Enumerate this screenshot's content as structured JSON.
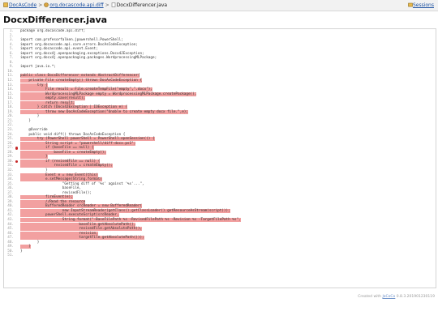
{
  "breadcrumbs": {
    "root": "DocAsCode",
    "sep": ">",
    "diff": "org.docascode.api.diff",
    "file": "DocxDifferencer.java"
  },
  "sessions_label": "Sessions",
  "page_title": "DocxDifferencer.java",
  "code_lines": [
    {
      "n": "1.",
      "t": "package org.docascode.api.diff;",
      "h": false,
      "m": false
    },
    {
      "n": "2.",
      "t": "",
      "h": false,
      "m": false
    },
    {
      "n": "3.",
      "t": "import com.profesorfalken.jpowershell.PowerShell;",
      "h": false,
      "m": false
    },
    {
      "n": "4.",
      "t": "import org.docascode.api.core.errors.DocAsCodeException;",
      "h": false,
      "m": false
    },
    {
      "n": "5.",
      "t": "import org.docascode.api.event.Event;",
      "h": false,
      "m": false
    },
    {
      "n": "6.",
      "t": "import org.docx4j.openpackaging.exceptions.Docx4JException;",
      "h": false,
      "m": false
    },
    {
      "n": "7.",
      "t": "import org.docx4j.openpackaging.packages.WordprocessingMLPackage;",
      "h": false,
      "m": false
    },
    {
      "n": "8.",
      "t": "",
      "h": false,
      "m": false
    },
    {
      "n": "9.",
      "t": "import java.io.*;",
      "h": false,
      "m": false
    },
    {
      "n": "10.",
      "t": "",
      "h": false,
      "m": false
    },
    {
      "n": "11.",
      "t": "public class DocxDifferencer extends AbstractDifferencer{",
      "h": true,
      "m": false
    },
    {
      "n": "12.",
      "t": "    private File createEmpty() throws DocAsCodeException {",
      "h": true,
      "m": false
    },
    {
      "n": "13.",
      "t": "        try {",
      "h": true,
      "m": false
    },
    {
      "n": "14.",
      "t": "            File result = File.createTempFile(\"empty\",\".docx\");",
      "h": true,
      "m": false
    },
    {
      "n": "15.",
      "t": "            WordprocessingMLPackage empty = WordprocessingMLPackage.createPackage();",
      "h": true,
      "m": false
    },
    {
      "n": "16.",
      "t": "            empty.save(result);",
      "h": true,
      "m": false
    },
    {
      "n": "17.",
      "t": "            return result;",
      "h": true,
      "m": false
    },
    {
      "n": "18.",
      "t": "        } catch (Docx4JException | IOException e) {",
      "h": true,
      "m": false
    },
    {
      "n": "19.",
      "t": "            throw new DocAsCodeException(\"Unable to create empty docx file.\",e);",
      "h": true,
      "m": false
    },
    {
      "n": "20.",
      "t": "        }",
      "h": false,
      "m": false
    },
    {
      "n": "21.",
      "t": "    }",
      "h": false,
      "m": false
    },
    {
      "n": "22.",
      "t": "",
      "h": false,
      "m": false
    },
    {
      "n": "23.",
      "t": "    @Override",
      "h": false,
      "m": false
    },
    {
      "n": "24.",
      "t": "    public void diff() throws DocAsCodeException {",
      "h": false,
      "m": false
    },
    {
      "n": "25.",
      "t": "        try (PowerShell powerShell = PowerShell.openSession()) {",
      "h": true,
      "m": false
    },
    {
      "n": "26.",
      "t": "            String script = \"powershell/diff-docx.ps1\";",
      "h": true,
      "m": false
    },
    {
      "n": "27.",
      "t": "            if (baseFile == null) {",
      "h": true,
      "m": true
    },
    {
      "n": "28.",
      "t": "                baseFile = createEmpty();",
      "h": true,
      "m": false
    },
    {
      "n": "29.",
      "t": "            }",
      "h": true,
      "m": false
    },
    {
      "n": "30.",
      "t": "            if (revisedFile == null) {",
      "h": true,
      "m": true
    },
    {
      "n": "31.",
      "t": "                revisedFile = createEmpty();",
      "h": true,
      "m": false
    },
    {
      "n": "32.",
      "t": "            }",
      "h": false,
      "m": false
    },
    {
      "n": "33.",
      "t": "            Event e = new Event(this)",
      "h": true,
      "m": false
    },
    {
      "n": "34.",
      "t": "            e.setMessage(String.format(",
      "h": true,
      "m": false
    },
    {
      "n": "35.",
      "t": "                    \"Getting diff of '%s' against '%s'...\",",
      "h": false,
      "m": false
    },
    {
      "n": "36.",
      "t": "                    baseFile,",
      "h": false,
      "m": false
    },
    {
      "n": "37.",
      "t": "                    revisedFile));",
      "h": false,
      "m": false
    },
    {
      "n": "38.",
      "t": "            fireEvent(e);",
      "h": true,
      "m": false
    },
    {
      "n": "39.",
      "t": "            //Read the resource",
      "h": true,
      "m": false
    },
    {
      "n": "40.",
      "t": "            BufferedReader srcReader = new BufferedReader(",
      "h": true,
      "m": false
    },
    {
      "n": "41.",
      "t": "                    new InputStreamReader(getClass().getClassLoader().getResourceAsStream(script)));",
      "h": true,
      "m": false
    },
    {
      "n": "42.",
      "t": "            powerShell.executeScript(srcReader,",
      "h": true,
      "m": false
    },
    {
      "n": "43.",
      "t": "                    String.format(\"-BaseFilePath %s -RevisedFilePath %s -Revision %s -TargetFilePath %s\",",
      "h": true,
      "m": false
    },
    {
      "n": "44.",
      "t": "                            baseFile.getAbsolutePath(),",
      "h": true,
      "m": false
    },
    {
      "n": "45.",
      "t": "                            revisedFile.getAbsolutePath(),",
      "h": true,
      "m": false
    },
    {
      "n": "46.",
      "t": "                            revision,",
      "h": true,
      "m": false
    },
    {
      "n": "47.",
      "t": "                            targetFile.getAbsolutePath()));",
      "h": true,
      "m": false
    },
    {
      "n": "48.",
      "t": "        }",
      "h": false,
      "m": false
    },
    {
      "n": "49.",
      "t": "    }",
      "h": true,
      "m": false
    },
    {
      "n": "50.",
      "t": "}",
      "h": false,
      "m": false
    },
    {
      "n": "51.",
      "t": "",
      "h": false,
      "m": false
    }
  ],
  "footer": {
    "prefix": "Created with ",
    "tool": "JaCoCo",
    "version": " 0.8.3.201901230119"
  },
  "colors": {
    "highlight": "#f2a0a0",
    "breakpoint": "#c62828",
    "link": "#1a4fa0"
  }
}
